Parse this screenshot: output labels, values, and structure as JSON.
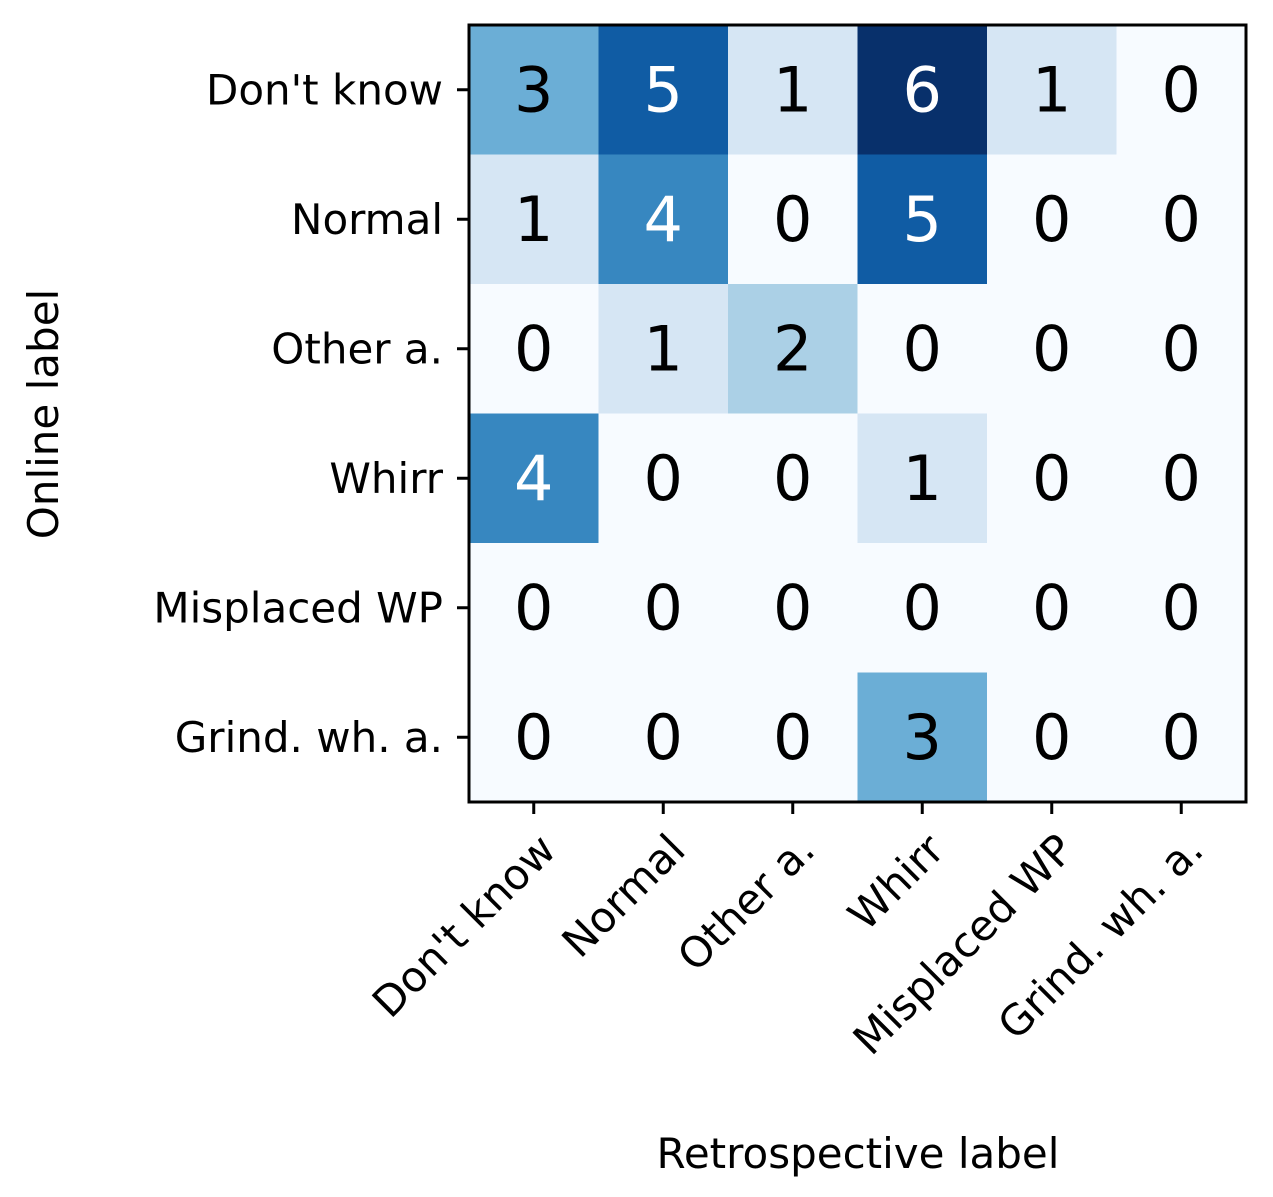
{
  "chart_data": {
    "type": "heatmap",
    "title": "",
    "xlabel": "Retrospective label",
    "ylabel": "Online label",
    "x_categories": [
      "Don't know",
      "Normal",
      "Other a.",
      "Whirr",
      "Misplaced WP",
      "Grind. wh. a."
    ],
    "y_categories": [
      "Don't know",
      "Normal",
      "Other a.",
      "Whirr",
      "Misplaced WP",
      "Grind. wh. a."
    ],
    "values": [
      [
        3,
        5,
        1,
        6,
        1,
        0
      ],
      [
        1,
        4,
        0,
        5,
        0,
        0
      ],
      [
        0,
        1,
        2,
        0,
        0,
        0
      ],
      [
        4,
        0,
        0,
        1,
        0,
        0
      ],
      [
        0,
        0,
        0,
        0,
        0,
        0
      ],
      [
        0,
        0,
        0,
        3,
        0,
        0
      ]
    ],
    "vmin": 0,
    "vmax": 6,
    "colormap": "Blues",
    "grid": false
  }
}
